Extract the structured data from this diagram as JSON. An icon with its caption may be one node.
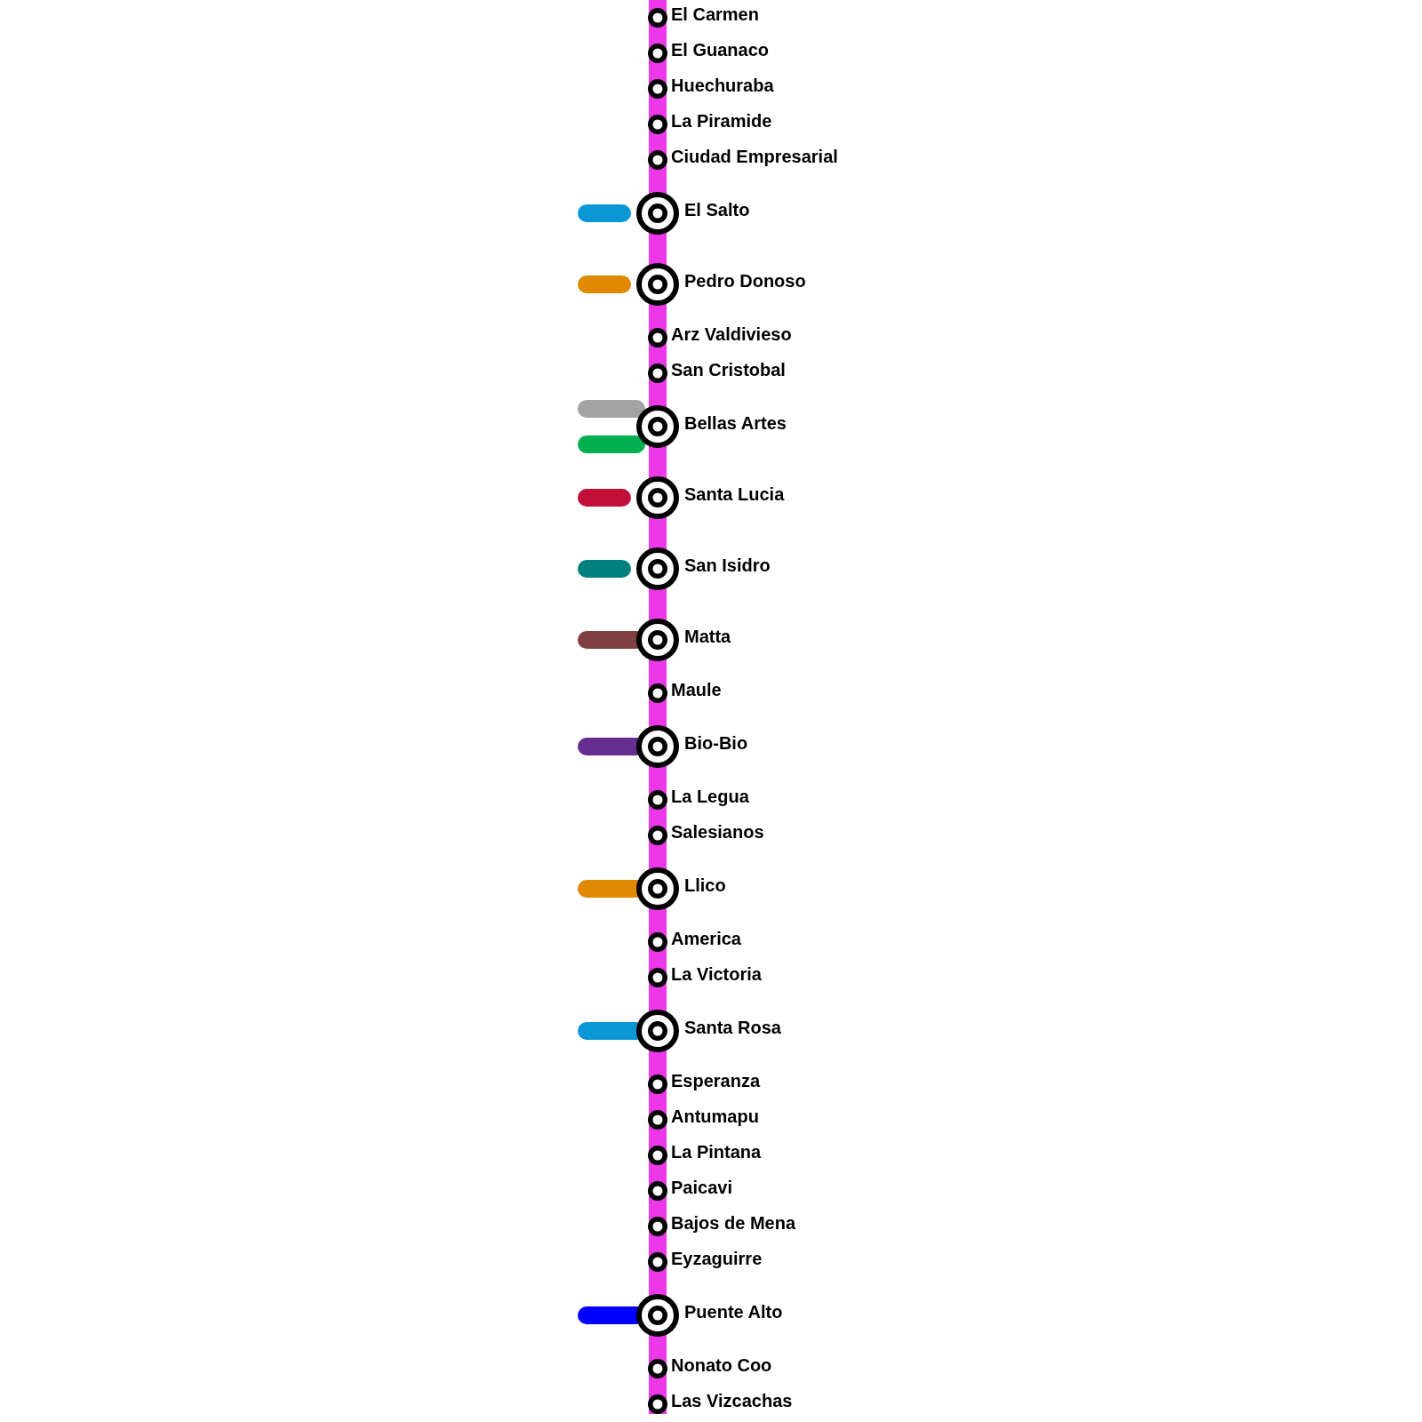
{
  "diagram": {
    "nodes": [
      {
        "text": [
          "El Carmen"
        ]
      },
      {
        "text": [
          "El Guanaco"
        ]
      },
      {
        "text": [
          "Huechuraba"
        ]
      },
      {
        "text": [
          "La Piramide"
        ]
      },
      {
        "text": [
          "Ciudad Empresarial"
        ]
      },
      {
        "text": [
          "El Salto"
        ]
      },
      {
        "text": [
          "Pedro Donoso"
        ]
      },
      {
        "text": [
          "Arz Valdivieso"
        ]
      },
      {
        "text": [
          "San Cristobal"
        ]
      },
      {
        "text": [
          "Bellas Artes"
        ]
      },
      {
        "text": [
          "Santa Lucia"
        ]
      },
      {
        "text": [
          "San Isidro"
        ]
      },
      {
        "text": [
          "Matta"
        ]
      },
      {
        "text": [
          "Maule"
        ]
      },
      {
        "text": [
          "Bio-Bio"
        ]
      },
      {
        "text": [
          "La Legua"
        ]
      },
      {
        "text": [
          "Salesianos"
        ]
      },
      {
        "text": [
          "Llico"
        ]
      },
      {
        "text": [
          "America"
        ]
      },
      {
        "text": [
          "La Victoria"
        ]
      },
      {
        "text": [
          "Santa Rosa"
        ]
      },
      {
        "text": [
          "Esperanza"
        ]
      },
      {
        "text": [
          "Antumapu"
        ]
      },
      {
        "text": [
          "La Pintana"
        ]
      },
      {
        "text": [
          "Paicavi"
        ]
      },
      {
        "text": [
          "Bajos de Mena"
        ]
      },
      {
        "text": [
          "Eyzaguirre"
        ]
      },
      {
        "text": [
          "Puente Alto"
        ]
      },
      {
        "text": [
          "Nonato Coo"
        ]
      },
      {
        "text": [
          "Las Vizcachas"
        ]
      }
    ],
    "edges": [
      {
        "from": null,
        "to": 0,
        "arrow": "none"
      },
      {
        "from": 0,
        "to": 1,
        "arrow": "none"
      },
      {
        "from": 1,
        "to": 2,
        "arrow": "none"
      },
      {
        "from": 2,
        "to": 3,
        "arrow": "none"
      },
      {
        "from": 3,
        "to": 4,
        "arrow": "none"
      },
      {
        "from": 4,
        "to": 5,
        "arrow": "none"
      },
      {
        "from": 5,
        "to": 6,
        "arrow": "none"
      },
      {
        "from": 6,
        "to": 7,
        "arrow": "none"
      },
      {
        "from": 7,
        "to": 8,
        "arrow": "none"
      },
      {
        "from": 8,
        "to": 9,
        "arrow": "none"
      },
      {
        "from": 9,
        "to": 10,
        "arrow": "none"
      },
      {
        "from": 10,
        "to": 11,
        "arrow": "none"
      },
      {
        "from": 11,
        "to": 12,
        "arrow": "none"
      },
      {
        "from": 12,
        "to": 13,
        "arrow": "none"
      },
      {
        "from": 13,
        "to": 14,
        "arrow": "none"
      },
      {
        "from": 14,
        "to": 15,
        "arrow": "none"
      },
      {
        "from": 15,
        "to": 16,
        "arrow": "none"
      },
      {
        "from": 16,
        "to": 17,
        "arrow": "none"
      },
      {
        "from": 17,
        "to": 18,
        "arrow": "none"
      },
      {
        "from": 18,
        "to": 19,
        "arrow": "none"
      },
      {
        "from": 19,
        "to": 20,
        "arrow": "none"
      },
      {
        "from": 20,
        "to": 21,
        "arrow": "none"
      },
      {
        "from": 21,
        "to": 22,
        "arrow": "none"
      },
      {
        "from": 22,
        "to": 23,
        "arrow": "none"
      },
      {
        "from": 23,
        "to": 24,
        "arrow": "none"
      },
      {
        "from": 24,
        "to": 25,
        "arrow": "none"
      },
      {
        "from": 25,
        "to": 26,
        "arrow": "none"
      },
      {
        "from": 26,
        "to": 27,
        "arrow": "none"
      },
      {
        "from": 27,
        "to": 28,
        "arrow": "none"
      },
      {
        "from": 28,
        "to": 29,
        "arrow": "none"
      },
      {
        "from": null,
        "to": 5,
        "arrow": "none",
        "color": "#0b96d6"
      },
      {
        "from": null,
        "to": 6,
        "arrow": "none",
        "color": "#e08800"
      },
      {
        "from": null,
        "to": 9,
        "arrow": "none",
        "color": "#a3a3a3"
      },
      {
        "from": null,
        "to": 9,
        "arrow": "none",
        "color": "#00b050"
      },
      {
        "from": null,
        "to": 10,
        "arrow": "none",
        "color": "#c0103a"
      },
      {
        "from": null,
        "to": 11,
        "arrow": "none",
        "color": "#007f7f"
      },
      {
        "from": null,
        "to": 12,
        "arrow": "none",
        "color": "#804040"
      },
      {
        "from": null,
        "to": 14,
        "arrow": "none",
        "color": "#662e91"
      },
      {
        "from": null,
        "to": 17,
        "arrow": "none",
        "color": "#e08800"
      },
      {
        "from": null,
        "to": 20,
        "arrow": "none",
        "color": "#0b96d6"
      },
      {
        "from": null,
        "to": 27,
        "arrow": "none",
        "color": "#0000ff"
      }
    ]
  }
}
